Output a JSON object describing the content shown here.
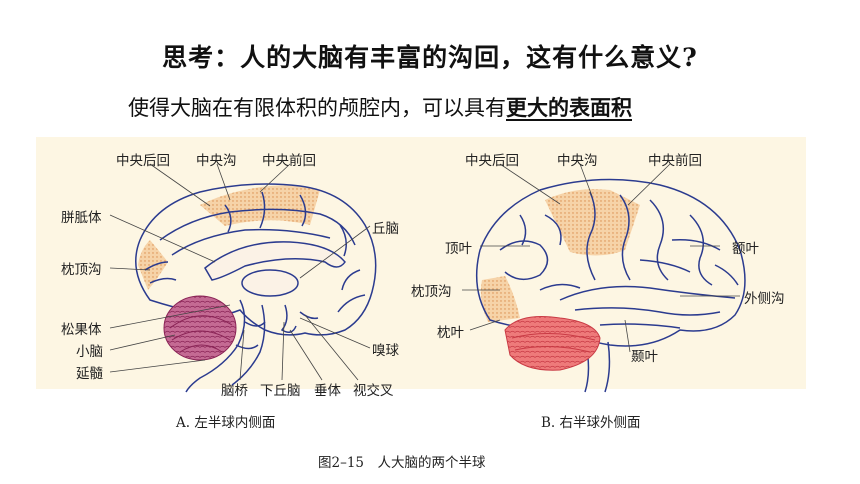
{
  "question": "思考：人的大脑有丰富的沟回，这有什么意义?",
  "answer_prefix": "使得大脑在有限体积的颅腔内，可以具有",
  "answer_highlight": "更大的表面积",
  "figure_a": {
    "labels": {
      "central_post": "中央后回",
      "central_sulcus": "中央沟",
      "central_pre": "中央前回",
      "corpus_callosum": "胼胝体",
      "thalamus": "丘脑",
      "parieto_occipital": "枕顶沟",
      "pineal": "松果体",
      "cerebellum": "小脑",
      "medulla": "延髓",
      "olfactory_bulb": "嗅球",
      "pons": "脑桥",
      "hypothalamus": "下丘脑",
      "pituitary": "垂体",
      "optic_chiasm": "视交叉"
    },
    "caption": "A. 左半球内侧面"
  },
  "figure_b": {
    "labels": {
      "central_post": "中央后回",
      "central_sulcus": "中央沟",
      "central_pre": "中央前回",
      "parietal": "顶叶",
      "frontal": "额叶",
      "parieto_occipital": "枕顶沟",
      "lateral_sulcus": "外侧沟",
      "occipital": "枕叶",
      "temporal": "颞叶"
    },
    "caption": "B. 右半球外侧面"
  },
  "figure_caption": "图2–15　人大脑的两个半球",
  "colors": {
    "background": "#fdf6e3",
    "brain_outline": "#2b3b8f",
    "cerebellum_a": "#b5457a",
    "cerebellum_b": "#e4555a",
    "cortex_shade": "#f3c99a"
  }
}
